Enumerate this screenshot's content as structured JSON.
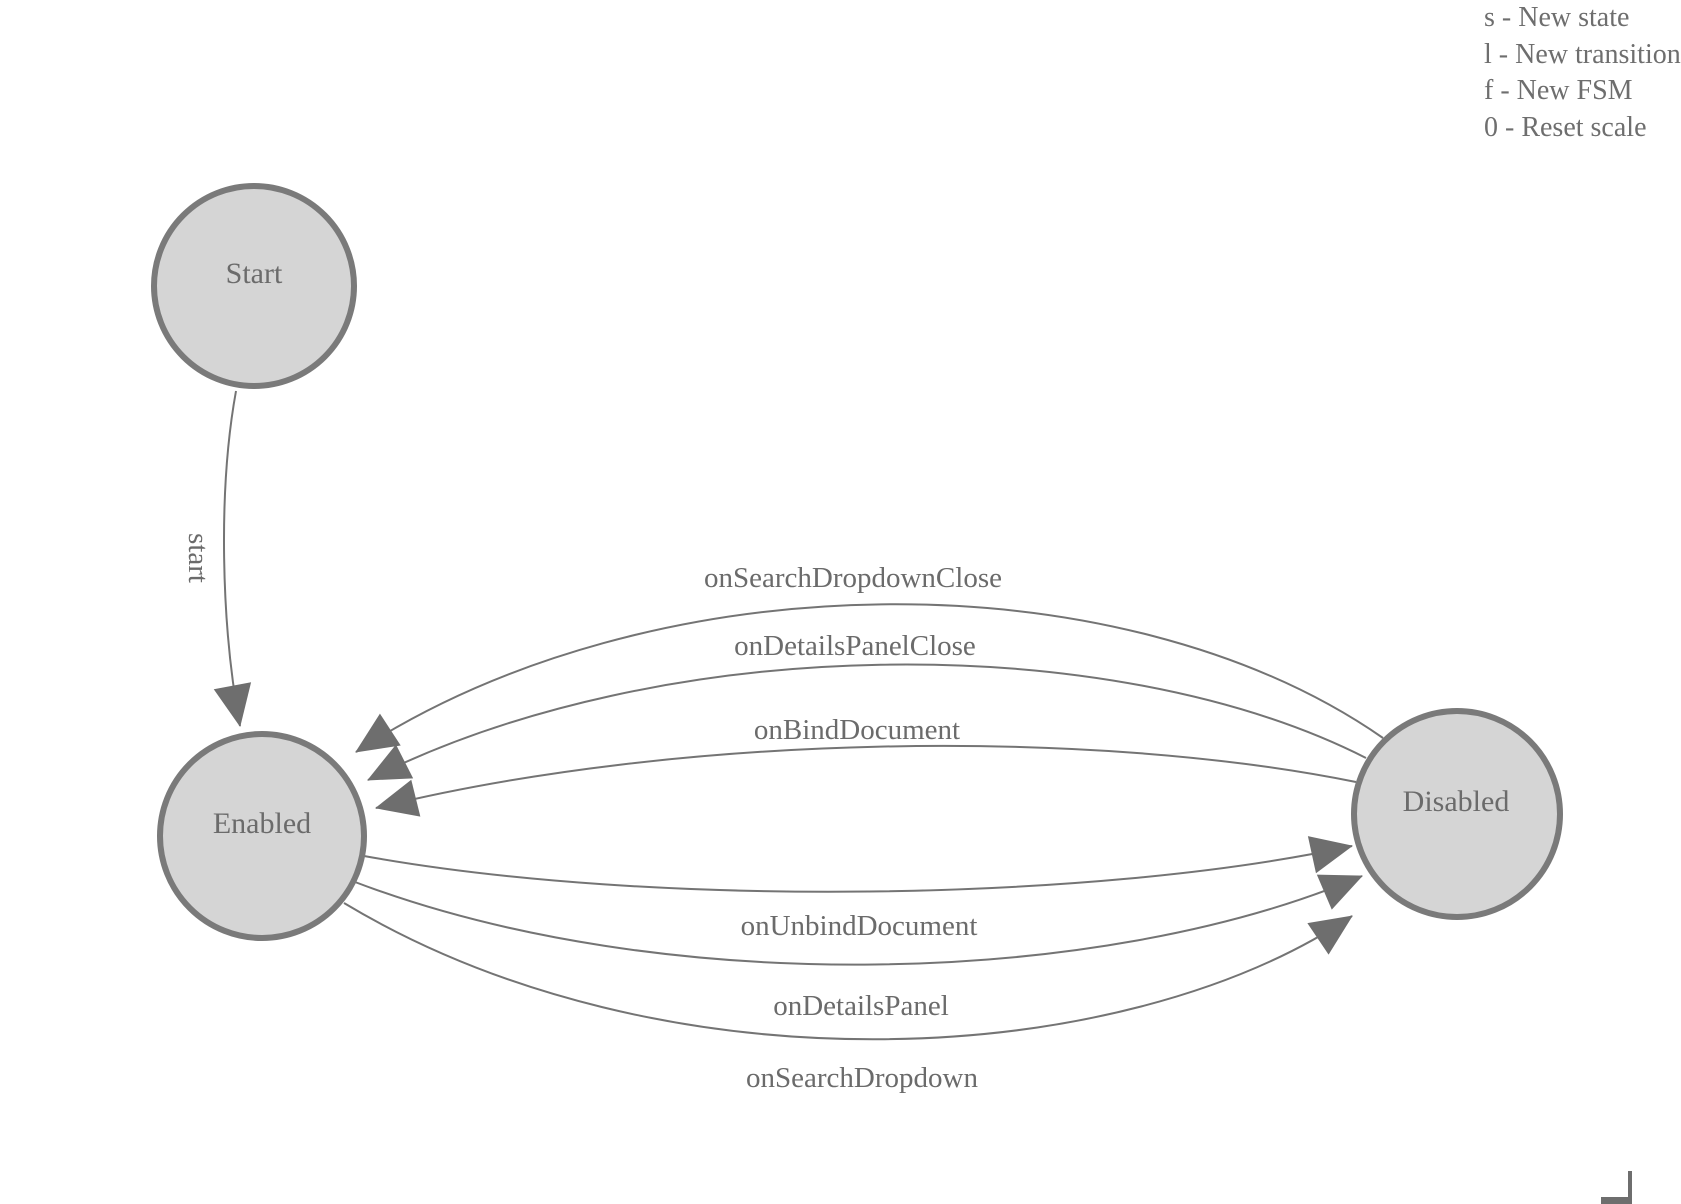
{
  "app": {
    "description": "Finite state machine diagram canvas"
  },
  "colors": {
    "background": "#ffffff",
    "node_fill": "#d5d5d5",
    "node_stroke": "#7a7a7a",
    "edge_stroke": "#747474",
    "arrow_fill": "#6e6e6e",
    "text": "#6b6b6b",
    "legend_text": "#6e6e6e"
  },
  "nodes": [
    {
      "id": "start",
      "label": "Start"
    },
    {
      "id": "enabled",
      "label": "Enabled"
    },
    {
      "id": "disabled",
      "label": "Disabled"
    }
  ],
  "edges": [
    {
      "label": "start",
      "from": "Start",
      "to": "Enabled"
    },
    {
      "label": "onSearchDropdownClose",
      "from": "Disabled",
      "to": "Enabled"
    },
    {
      "label": "onDetailsPanelClose",
      "from": "Disabled",
      "to": "Enabled"
    },
    {
      "label": "onBindDocument",
      "from": "Disabled",
      "to": "Enabled"
    },
    {
      "label": "onUnbindDocument",
      "from": "Enabled",
      "to": "Disabled"
    },
    {
      "label": "onDetailsPanel",
      "from": "Enabled",
      "to": "Disabled"
    },
    {
      "label": "onSearchDropdown",
      "from": "Enabled",
      "to": "Disabled"
    }
  ],
  "legend": {
    "lines": [
      "s - New state",
      "l - New transition",
      "f - New FSM",
      "0 - Reset scale"
    ]
  }
}
